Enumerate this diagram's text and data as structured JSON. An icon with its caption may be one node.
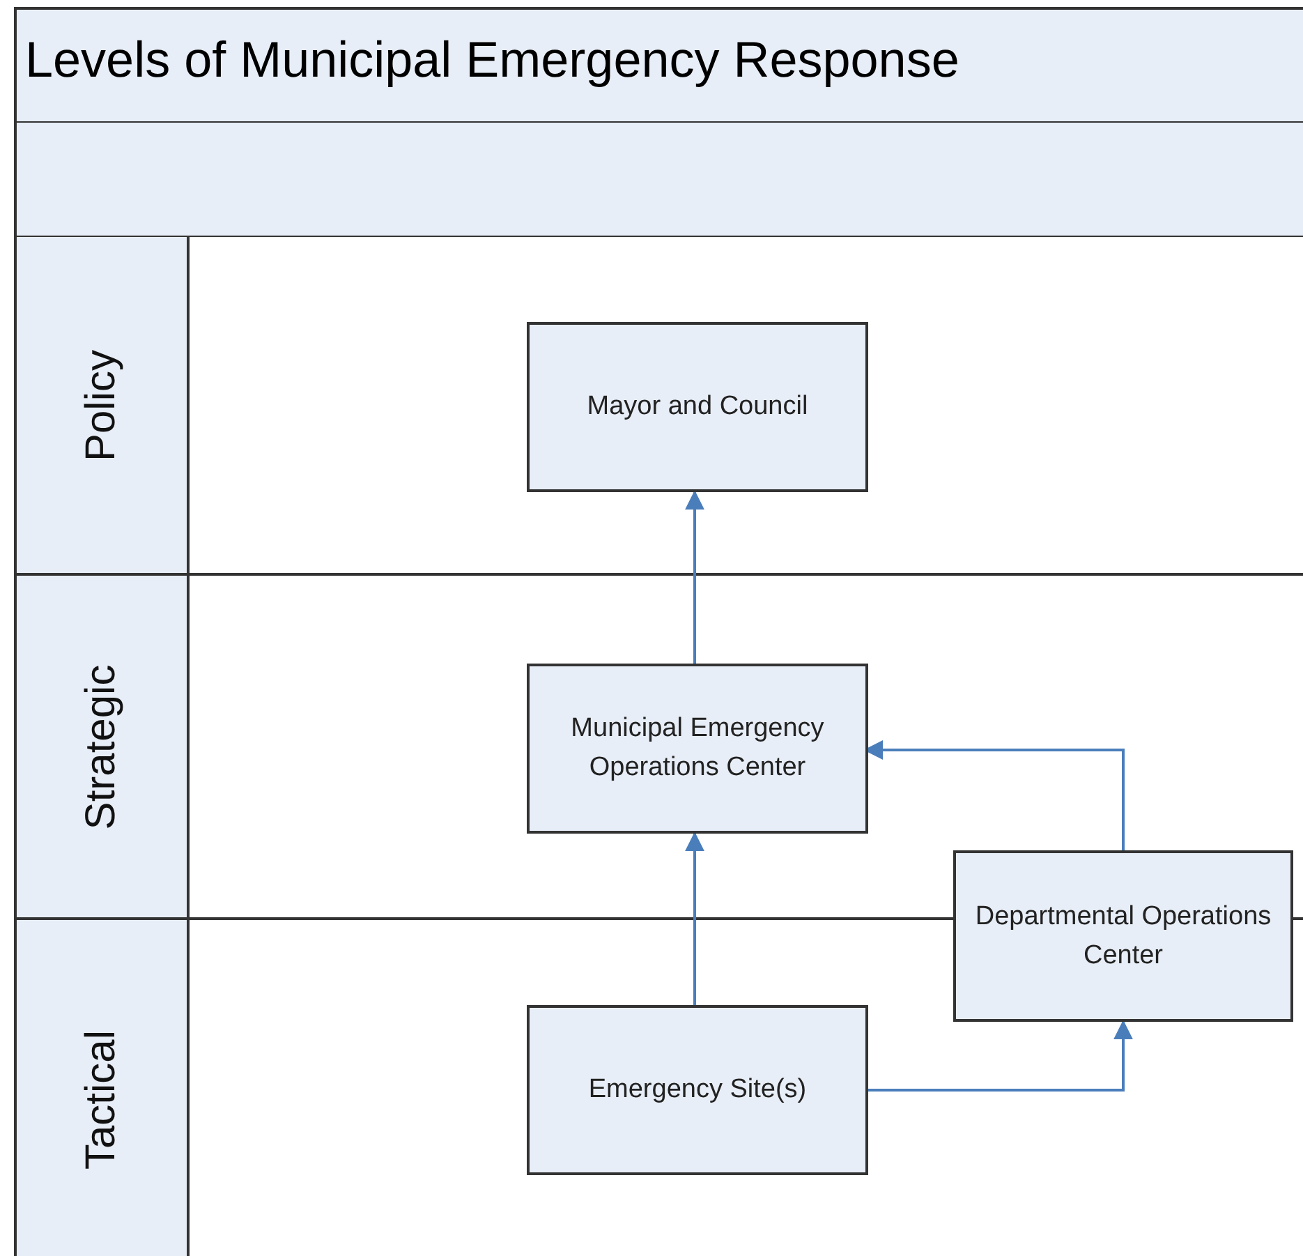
{
  "diagram": {
    "title": "Levels of Municipal Emergency Response",
    "nodes": [
      {
        "text": [
          "Policy"
        ]
      },
      {
        "text": [
          "Strategic"
        ]
      },
      {
        "text": [
          "Tactical"
        ]
      },
      {
        "text": [
          "Mayor and Council"
        ],
        "in": 0
      },
      {
        "text": [
          "Municipal Emergency Operations Center"
        ],
        "in": 1
      },
      {
        "text": [
          "Departmental Operations Center"
        ]
      },
      {
        "text": [
          "Emergency Site(s)"
        ],
        "in": 2
      }
    ],
    "edges": [
      {
        "from": 4,
        "to": 3,
        "arrow": "to"
      },
      {
        "from": 6,
        "to": 4,
        "arrow": "to"
      },
      {
        "from": 6,
        "to": 5,
        "arrow": "to"
      },
      {
        "from": 5,
        "to": 4,
        "arrow": "to"
      }
    ]
  }
}
